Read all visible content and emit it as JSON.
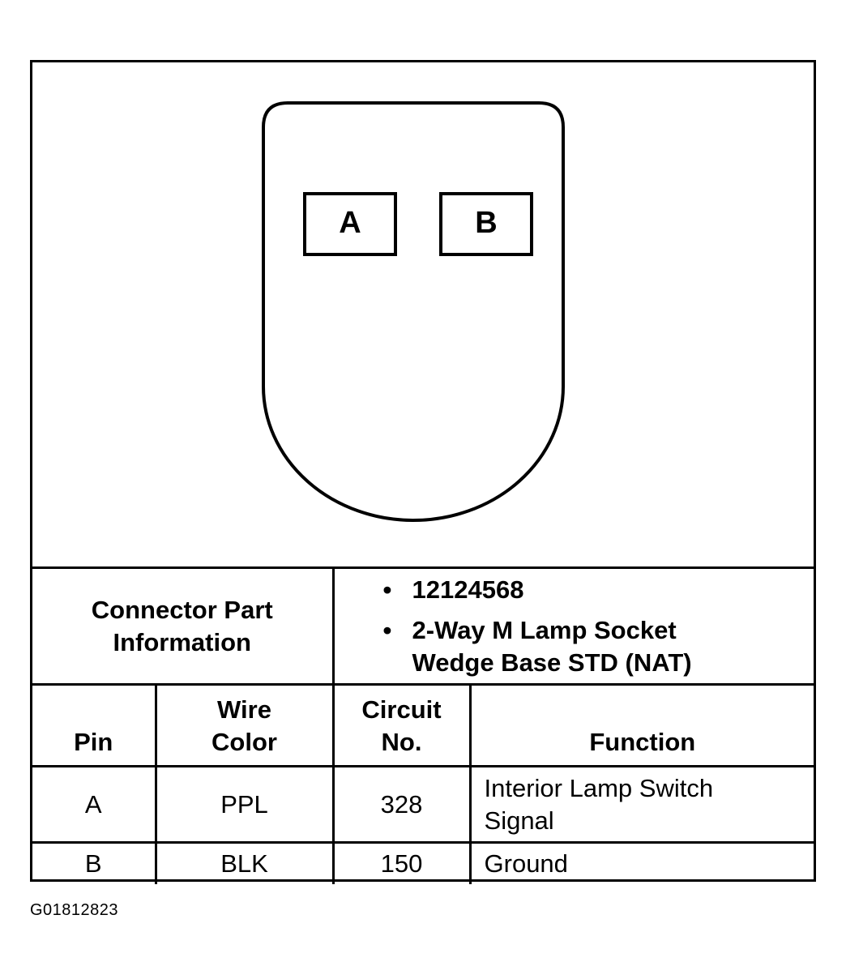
{
  "connector": {
    "cavities": [
      {
        "id": "A"
      },
      {
        "id": "B"
      }
    ]
  },
  "info": {
    "label_line1": "Connector Part",
    "label_line2": "Information",
    "items": [
      {
        "line1": "12124568",
        "line2": ""
      },
      {
        "line1": "2-Way M Lamp Socket",
        "line2": "Wedge Base STD (NAT)"
      }
    ],
    "bullet": "•"
  },
  "table": {
    "headers": {
      "pin": "Pin",
      "wire_color_line1": "Wire",
      "wire_color_line2": "Color",
      "circuit_line1": "Circuit",
      "circuit_line2": "No.",
      "function": "Function"
    },
    "rows": [
      {
        "pin": "A",
        "wire_color": "PPL",
        "circuit": "328",
        "function_line1": "Interior Lamp Switch",
        "function_line2": "Signal"
      },
      {
        "pin": "B",
        "wire_color": "BLK",
        "circuit": "150",
        "function_line1": "Ground",
        "function_line2": ""
      }
    ]
  },
  "figure_id": "G01812823"
}
